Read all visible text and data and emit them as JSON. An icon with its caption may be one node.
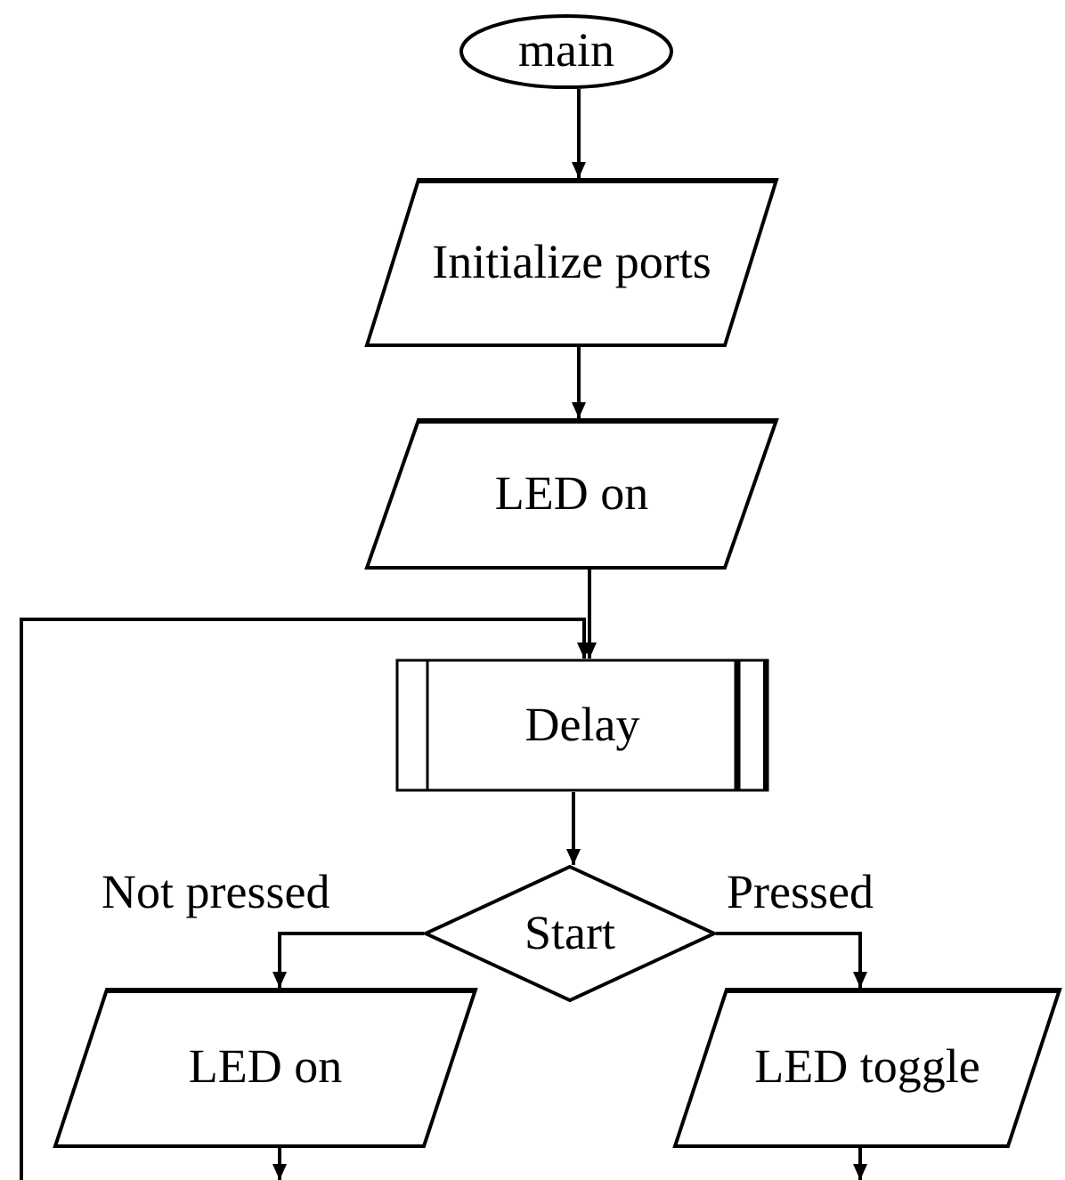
{
  "diagram": {
    "nodes": [
      {
        "text": [
          "main"
        ]
      },
      {
        "text": [
          "Initialize ports"
        ]
      },
      {
        "text": [
          "LED on"
        ]
      },
      {
        "text": [
          "Delay"
        ]
      },
      {
        "text": [
          "Start"
        ]
      },
      {
        "text": [
          "LED on"
        ]
      },
      {
        "text": [
          "LED toggle"
        ]
      }
    ],
    "edges": [
      {
        "from": 0,
        "to": 1,
        "arrow": "to"
      },
      {
        "from": 1,
        "to": 2,
        "arrow": "to"
      },
      {
        "from": 2,
        "to": 3,
        "arrow": "to"
      },
      {
        "from": 3,
        "to": 4,
        "arrow": "to"
      },
      {
        "from": 4,
        "to": 5,
        "label": "Not pressed",
        "arrow": "to"
      },
      {
        "from": 4,
        "to": 6,
        "label": "Pressed",
        "arrow": "to"
      },
      {
        "from": 5,
        "to": null,
        "arrow": "to"
      },
      {
        "from": 6,
        "to": null,
        "arrow": "to"
      },
      {
        "from": null,
        "to": 3,
        "arrow": "to"
      }
    ]
  }
}
